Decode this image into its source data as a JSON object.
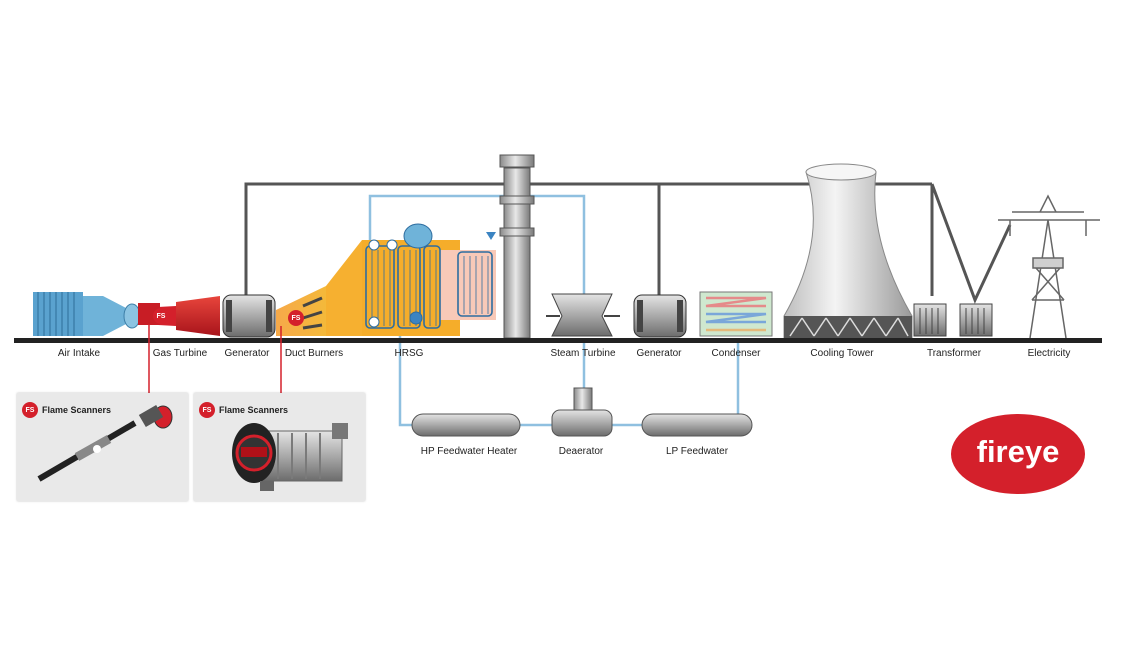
{
  "components": {
    "air_intake": "Air Intake",
    "gas_turbine": "Gas Turbine",
    "generator_1": "Generator",
    "duct_burners": "Duct Burners",
    "hrsg": "HRSG",
    "steam_turbine": "Steam Turbine",
    "generator_2": "Generator",
    "condenser": "Condenser",
    "cooling_tower": "Cooling Tower",
    "transformer": "Transformer",
    "electricity": "Electricity",
    "hp_feedwater_heater": "HP Feedwater Heater",
    "deaerator": "Deaerator",
    "lp_feedwater": "LP Feedwater"
  },
  "badges": {
    "fs": "FS"
  },
  "panels": [
    {
      "title": "Flame Scanners"
    },
    {
      "title": "Flame Scanners"
    }
  ],
  "brand": {
    "logo_text": "fireye",
    "logo_color": "#d4202b"
  },
  "colors": {
    "accent": "#d4202b",
    "pipe": "#8fc0e0",
    "line": "#555555",
    "gas_fill": "#f5ad2a"
  }
}
